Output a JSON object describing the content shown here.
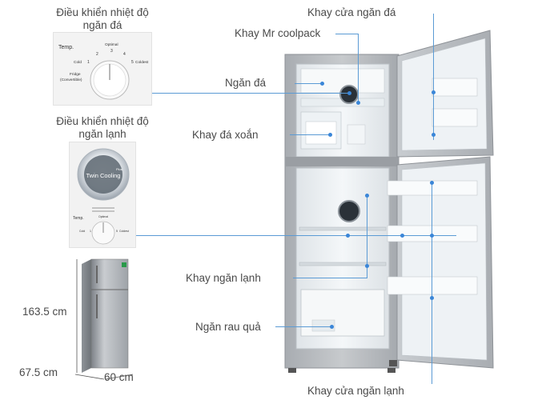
{
  "labels": {
    "freezer_control_line1": "Điều khiển nhiệt độ",
    "freezer_control_line2": "ngăn đá",
    "fridge_control_line1": "Điều khiển nhiệt độ",
    "fridge_control_line2": "ngăn lạnh",
    "freezer_door_tray": "Khay cửa ngăn đá",
    "coolpack_tray": "Khay Mr coolpack",
    "freezer_compartment": "Ngăn đá",
    "twist_ice_tray": "Khay đá xoắn",
    "fridge_tray": "Khay ngăn lạnh",
    "veg_drawer": "Ngăn rau quả",
    "fridge_door_tray": "Khay cửa ngăn lạnh"
  },
  "dial1": {
    "title": "Temp.",
    "optimal": "Optimal",
    "n1": "1",
    "n2": "2",
    "n3": "3",
    "n4": "4",
    "n5": "5",
    "cold": "Cold",
    "coldest": "Coldest",
    "fridge": "Fridge",
    "convertible": "(Convertible)"
  },
  "dial2": {
    "badge_line1": "Twin Cooling",
    "badge_plus": "Plus",
    "title": "Temp.",
    "optimal": "Optimal",
    "cold": "Cold",
    "coldest": "Coldest",
    "n1": "1",
    "n5": "5"
  },
  "dimensions": {
    "height": "163.5 cm",
    "depth": "67.5 cm",
    "width": "60 cm"
  },
  "colors": {
    "accent_line": "#5b9bd5",
    "marker_dot": "#3a86d8",
    "fridge_body": "#b9bcc0",
    "interior": "#eef2f5"
  }
}
